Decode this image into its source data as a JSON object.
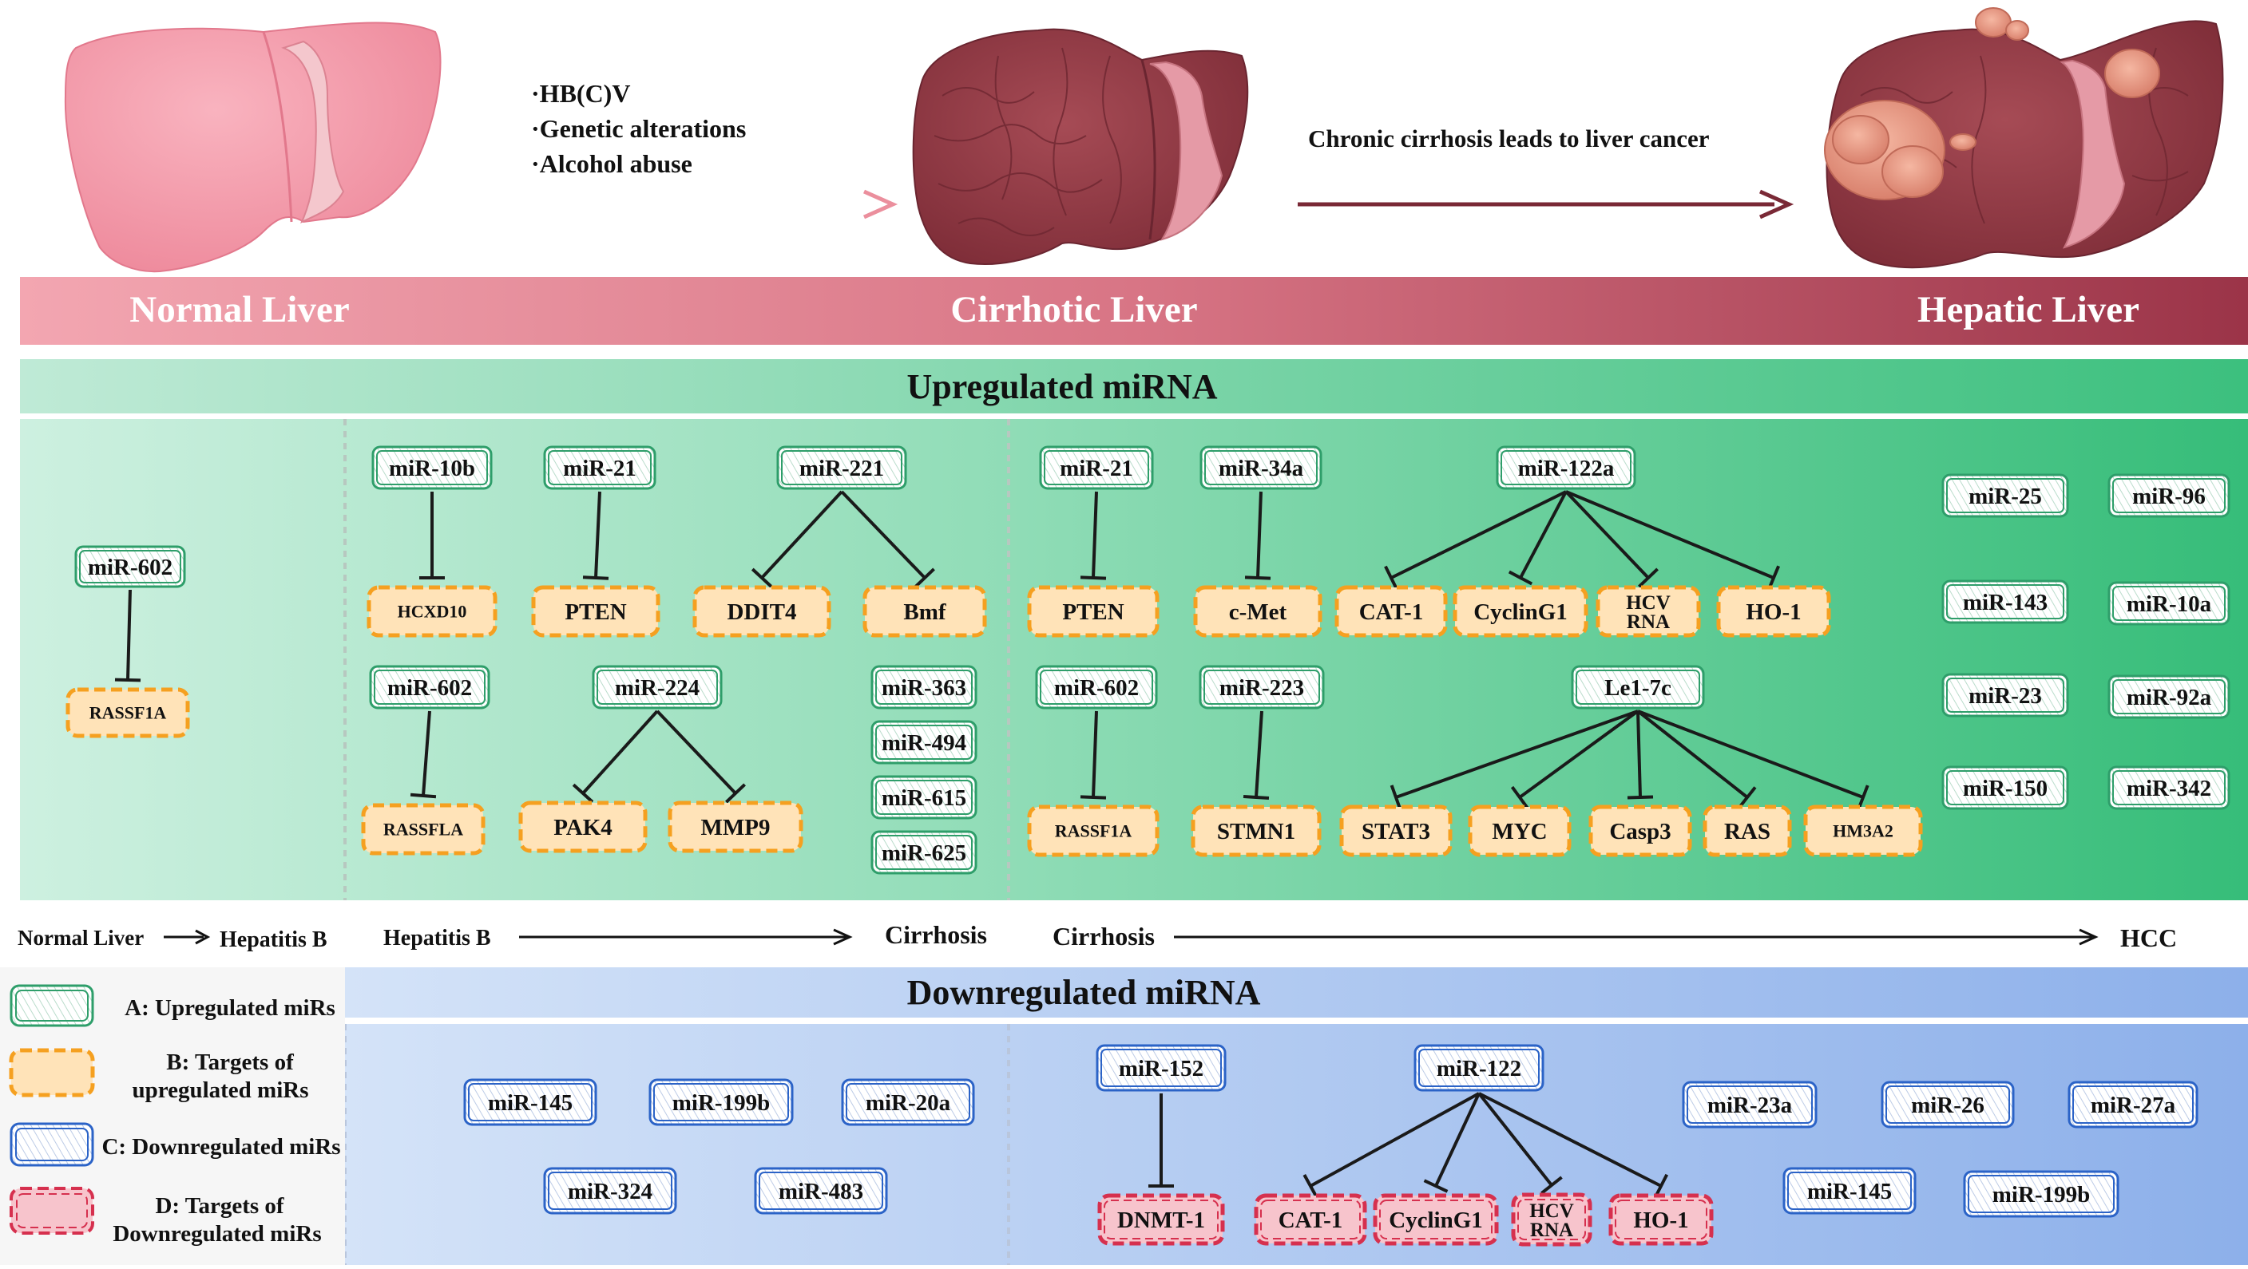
{
  "stages": {
    "normal": "Normal Liver",
    "cirrhotic": "Cirrhotic Liver",
    "hepatic": "Hepatic Liver"
  },
  "causes": [
    "·HB(C)V",
    "·Genetic alterations",
    "·Alcohol abuse"
  ],
  "progression_note": "Chronic cirrhosis leads to liver cancer",
  "upregulated_title": "Upregulated miRNA",
  "downregulated_title": "Downregulated miRNA",
  "transitions": {
    "normal_to_hepb_from": "Normal Liver",
    "normal_to_hepb_to": "Hepatitis B",
    "hepb_to_cirrhosis_from": "Hepatitis B",
    "hepb_to_cirrhosis_to": "Cirrhosis",
    "cirrhosis_to_hcc_from": "Cirrhosis",
    "cirrhosis_to_hcc_to": "HCC"
  },
  "legend": {
    "a": "A: Upregulated miRs",
    "b_line1": "B: Targets of",
    "b_line2": "upregulated miRs",
    "c": "C: Downregulated miRs",
    "d_line1": "D: Targets of",
    "d_line2": "Downregulated miRs"
  },
  "colors": {
    "up_mir_border": "#2e9e6a",
    "up_target_fill": "#ffe3b8",
    "up_target_border": "#f5a020",
    "down_mir_border": "#2b63c7",
    "down_target_fill": "#f7c4cc",
    "down_target_border": "#d6304e",
    "stage_bar_start": "#f2a0ac",
    "stage_bar_end": "#9b3448",
    "up_panel_start": "#c8eede",
    "up_panel_end": "#3cc07e",
    "down_panel_start": "#d2e2f8",
    "down_panel_end": "#8fb2ea"
  },
  "nodes": [
    {
      "id": "u_602a",
      "type": "up_mir",
      "label": "miR-602"
    },
    {
      "id": "t_rassf1a_a",
      "type": "up_target",
      "label": "RASSF1A"
    },
    {
      "id": "u_10b",
      "type": "up_mir",
      "label": "miR-10b"
    },
    {
      "id": "u_21a",
      "type": "up_mir",
      "label": "miR-21"
    },
    {
      "id": "u_221",
      "type": "up_mir",
      "label": "miR-221"
    },
    {
      "id": "t_hcxd10",
      "type": "up_target",
      "label": "HCXD10"
    },
    {
      "id": "t_pten_a",
      "type": "up_target",
      "label": "PTEN"
    },
    {
      "id": "t_ddit4",
      "type": "up_target",
      "label": "DDIT4"
    },
    {
      "id": "t_bmf",
      "type": "up_target",
      "label": "Bmf"
    },
    {
      "id": "u_602b",
      "type": "up_mir",
      "label": "miR-602"
    },
    {
      "id": "u_224",
      "type": "up_mir",
      "label": "miR-224"
    },
    {
      "id": "t_rassfla",
      "type": "up_target",
      "label": "RASSFLA"
    },
    {
      "id": "t_pak4",
      "type": "up_target",
      "label": "PAK4"
    },
    {
      "id": "t_mmp9",
      "type": "up_target",
      "label": "MMP9"
    },
    {
      "id": "u_363",
      "type": "up_mir",
      "label": "miR-363"
    },
    {
      "id": "u_494",
      "type": "up_mir",
      "label": "miR-494"
    },
    {
      "id": "u_615",
      "type": "up_mir",
      "label": "miR-615"
    },
    {
      "id": "u_625",
      "type": "up_mir",
      "label": "miR-625"
    },
    {
      "id": "u_21b",
      "type": "up_mir",
      "label": "miR-21"
    },
    {
      "id": "u_34a",
      "type": "up_mir",
      "label": "miR-34a"
    },
    {
      "id": "u_122a",
      "type": "up_mir",
      "label": "miR-122a"
    },
    {
      "id": "t_pten_b",
      "type": "up_target",
      "label": "PTEN"
    },
    {
      "id": "t_cmet",
      "type": "up_target",
      "label": "c-Met"
    },
    {
      "id": "t_cat1_a",
      "type": "up_target",
      "label": "CAT-1"
    },
    {
      "id": "t_cyclin_a",
      "type": "up_target",
      "label": "CyclinG1"
    },
    {
      "id": "t_hcv_a",
      "type": "up_target",
      "label": "HCV\nRNA"
    },
    {
      "id": "t_ho1_a",
      "type": "up_target",
      "label": "HO-1"
    },
    {
      "id": "u_602c",
      "type": "up_mir",
      "label": "miR-602"
    },
    {
      "id": "u_223",
      "type": "up_mir",
      "label": "miR-223"
    },
    {
      "id": "u_le17c",
      "type": "up_mir",
      "label": "Le1-7c"
    },
    {
      "id": "t_rassf1a_b",
      "type": "up_target",
      "label": "RASSF1A"
    },
    {
      "id": "t_stmn1",
      "type": "up_target",
      "label": "STMN1"
    },
    {
      "id": "t_stat3",
      "type": "up_target",
      "label": "STAT3"
    },
    {
      "id": "t_myc",
      "type": "up_target",
      "label": "MYC"
    },
    {
      "id": "t_casp3",
      "type": "up_target",
      "label": "Casp3"
    },
    {
      "id": "t_ras",
      "type": "up_target",
      "label": "RAS"
    },
    {
      "id": "t_hm3a2",
      "type": "up_target",
      "label": "HM3A2"
    },
    {
      "id": "u_25",
      "type": "up_mir",
      "label": "miR-25"
    },
    {
      "id": "u_96",
      "type": "up_mir",
      "label": "miR-96"
    },
    {
      "id": "u_143",
      "type": "up_mir",
      "label": "miR-143"
    },
    {
      "id": "u_10a",
      "type": "up_mir",
      "label": "miR-10a"
    },
    {
      "id": "u_23",
      "type": "up_mir",
      "label": "miR-23"
    },
    {
      "id": "u_92a",
      "type": "up_mir",
      "label": "miR-92a"
    },
    {
      "id": "u_150",
      "type": "up_mir",
      "label": "miR-150"
    },
    {
      "id": "u_342",
      "type": "up_mir",
      "label": "miR-342"
    },
    {
      "id": "d_145a",
      "type": "down_mir",
      "label": "miR-145"
    },
    {
      "id": "d_199ba",
      "type": "down_mir",
      "label": "miR-199b"
    },
    {
      "id": "d_20a",
      "type": "down_mir",
      "label": "miR-20a"
    },
    {
      "id": "d_324",
      "type": "down_mir",
      "label": "miR-324"
    },
    {
      "id": "d_483",
      "type": "down_mir",
      "label": "miR-483"
    },
    {
      "id": "d_152",
      "type": "down_mir",
      "label": "miR-152"
    },
    {
      "id": "d_122",
      "type": "down_mir",
      "label": "miR-122"
    },
    {
      "id": "dt_dnmt1",
      "type": "down_target",
      "label": "DNMT-1"
    },
    {
      "id": "dt_cat1",
      "type": "down_target",
      "label": "CAT-1"
    },
    {
      "id": "dt_cyclin",
      "type": "down_target",
      "label": "CyclinG1"
    },
    {
      "id": "dt_hcv",
      "type": "down_target",
      "label": "HCV\nRNA"
    },
    {
      "id": "dt_ho1",
      "type": "down_target",
      "label": "HO-1"
    },
    {
      "id": "d_23a",
      "type": "down_mir",
      "label": "miR-23a"
    },
    {
      "id": "d_26",
      "type": "down_mir",
      "label": "miR-26"
    },
    {
      "id": "d_27a",
      "type": "down_mir",
      "label": "miR-27a"
    },
    {
      "id": "d_145b",
      "type": "down_mir",
      "label": "miR-145"
    },
    {
      "id": "d_199bb",
      "type": "down_mir",
      "label": "miR-199b"
    }
  ],
  "inhibitions": [
    {
      "from": "u_602a",
      "to": "t_rassf1a_a"
    },
    {
      "from": "u_10b",
      "to": "t_hcxd10"
    },
    {
      "from": "u_21a",
      "to": "t_pten_a"
    },
    {
      "from": "u_221",
      "to": "t_ddit4"
    },
    {
      "from": "u_221",
      "to": "t_bmf"
    },
    {
      "from": "u_602b",
      "to": "t_rassfla"
    },
    {
      "from": "u_224",
      "to": "t_pak4"
    },
    {
      "from": "u_224",
      "to": "t_mmp9"
    },
    {
      "from": "u_21b",
      "to": "t_pten_b"
    },
    {
      "from": "u_34a",
      "to": "t_cmet"
    },
    {
      "from": "u_122a",
      "to": "t_cat1_a"
    },
    {
      "from": "u_122a",
      "to": "t_cyclin_a"
    },
    {
      "from": "u_122a",
      "to": "t_hcv_a"
    },
    {
      "from": "u_122a",
      "to": "t_ho1_a"
    },
    {
      "from": "u_602c",
      "to": "t_rassf1a_b"
    },
    {
      "from": "u_223",
      "to": "t_stmn1"
    },
    {
      "from": "u_le17c",
      "to": "t_stat3"
    },
    {
      "from": "u_le17c",
      "to": "t_myc"
    },
    {
      "from": "u_le17c",
      "to": "t_casp3"
    },
    {
      "from": "u_le17c",
      "to": "t_ras"
    },
    {
      "from": "u_le17c",
      "to": "t_hm3a2"
    },
    {
      "from": "d_152",
      "to": "dt_dnmt1"
    },
    {
      "from": "d_122",
      "to": "dt_cat1"
    },
    {
      "from": "d_122",
      "to": "dt_cyclin"
    },
    {
      "from": "d_122",
      "to": "dt_hcv"
    },
    {
      "from": "d_122",
      "to": "dt_ho1"
    }
  ]
}
